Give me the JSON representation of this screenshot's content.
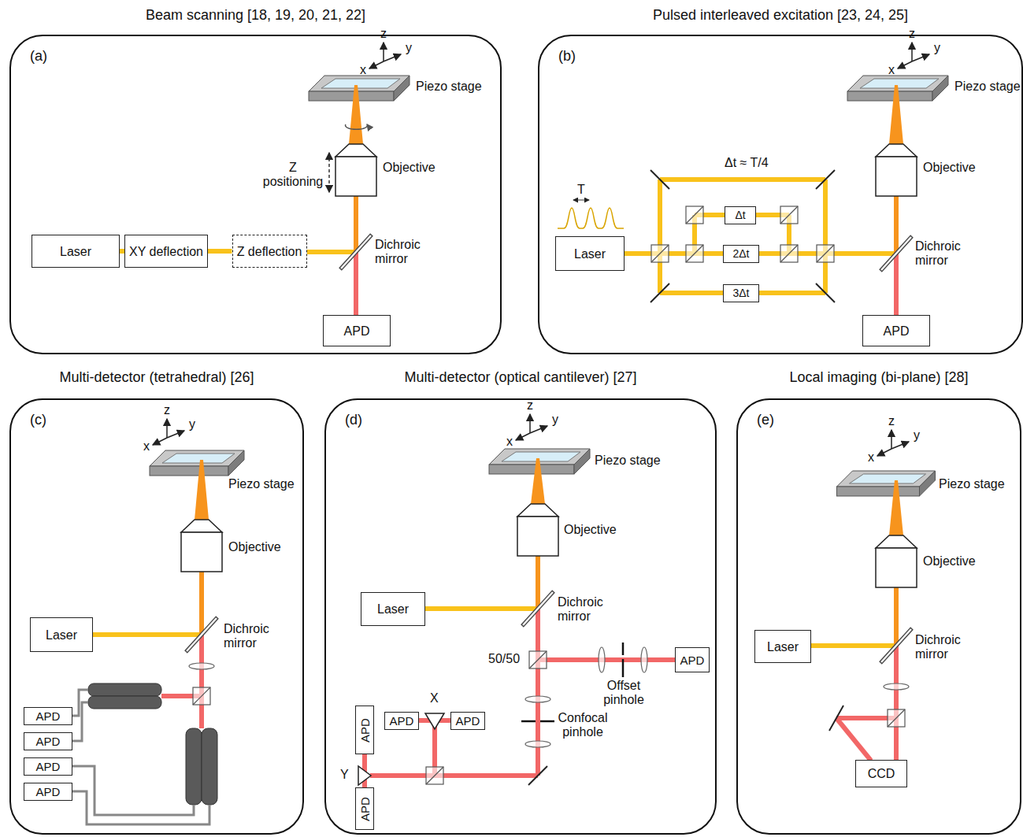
{
  "diagram": {
    "nodes": [
      {
        "text": [
          "Beam scanning [18, 19, 20, 21, 22]",
          "(a)"
        ]
      },
      {
        "text": [
          "Laser"
        ],
        "in": 0
      },
      {
        "text": [
          "XY deflection"
        ],
        "in": 0
      },
      {
        "text": [
          "Z deflection"
        ],
        "in": 0
      },
      {
        "text": [
          "APD"
        ],
        "in": 0
      },
      {
        "text": [
          "Pulsed interleaved excitation [23, 24, 25]",
          "(b)"
        ]
      },
      {
        "text": [
          "Laser"
        ],
        "in": 5
      },
      {
        "text": [
          "Δt"
        ],
        "in": 5
      },
      {
        "text": [
          "2Δt"
        ],
        "in": 5
      },
      {
        "text": [
          "3Δt"
        ],
        "in": 5
      },
      {
        "text": [
          "APD"
        ],
        "in": 5
      },
      {
        "text": [
          "Multi-detector (tetrahedral) [26]",
          "(c)"
        ]
      },
      {
        "text": [
          "Laser"
        ],
        "in": 11
      },
      {
        "text": [
          "APD"
        ],
        "in": 11
      },
      {
        "text": [
          "APD"
        ],
        "in": 11
      },
      {
        "text": [
          "APD"
        ],
        "in": 11
      },
      {
        "text": [
          "APD"
        ],
        "in": 11
      },
      {
        "text": [
          "Multi-detector (optical cantilever) [27]",
          "(d)"
        ]
      },
      {
        "text": [
          "Laser"
        ],
        "in": 17
      },
      {
        "text": [
          "APD"
        ],
        "in": 17
      },
      {
        "text": [
          "APD"
        ],
        "in": 17
      },
      {
        "text": [
          "APD"
        ],
        "in": 17
      },
      {
        "text": [
          "APD"
        ],
        "in": 17
      },
      {
        "text": [
          "APD"
        ],
        "in": 17
      },
      {
        "text": [
          "Local imaging (bi-plane) [28]",
          "(e)"
        ]
      },
      {
        "text": [
          "Laser"
        ],
        "in": 24
      },
      {
        "text": [
          "CCD"
        ],
        "in": 24
      }
    ],
    "edges": [
      {
        "from": 1,
        "to": 2,
        "arrow": "none"
      },
      {
        "from": 2,
        "to": 3,
        "arrow": "none"
      }
    ],
    "labels": [
      "z",
      "x",
      "y",
      "Piezo stage",
      "Z positioning",
      "Objective",
      "Dichroic mirror",
      "z",
      "x",
      "y",
      "Piezo stage",
      "Δt ≈ T/4",
      "T",
      "Objective",
      "Dichroic mirror",
      "z",
      "x",
      "y",
      "Piezo stage",
      "Objective",
      "Dichroic mirror",
      "z",
      "x",
      "y",
      "Piezo stage",
      "Objective",
      "Dichroic mirror",
      "50/50",
      "Offset pinhole",
      "Confocal pinhole",
      "X",
      "Y",
      "z",
      "x",
      "y",
      "Piezo stage",
      "Objective",
      "Dichroic mirror"
    ]
  }
}
